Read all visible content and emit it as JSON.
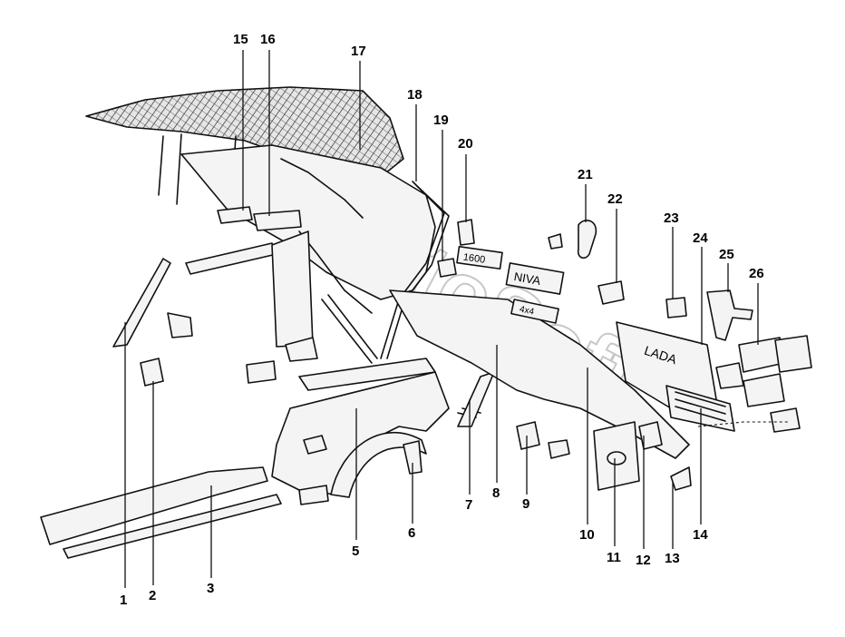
{
  "diagram": {
    "callouts": [
      {
        "id": "1",
        "label": "1"
      },
      {
        "id": "2",
        "label": "2"
      },
      {
        "id": "3",
        "label": "3"
      },
      {
        "id": "5",
        "label": "5"
      },
      {
        "id": "6",
        "label": "6"
      },
      {
        "id": "7",
        "label": "7"
      },
      {
        "id": "8",
        "label": "8"
      },
      {
        "id": "9",
        "label": "9"
      },
      {
        "id": "10",
        "label": "10"
      },
      {
        "id": "11",
        "label": "11"
      },
      {
        "id": "12",
        "label": "12"
      },
      {
        "id": "13",
        "label": "13"
      },
      {
        "id": "14",
        "label": "14"
      },
      {
        "id": "15",
        "label": "15"
      },
      {
        "id": "16",
        "label": "16"
      },
      {
        "id": "17",
        "label": "17"
      },
      {
        "id": "18",
        "label": "18"
      },
      {
        "id": "19",
        "label": "19"
      },
      {
        "id": "20",
        "label": "20"
      },
      {
        "id": "21",
        "label": "21"
      },
      {
        "id": "22",
        "label": "22"
      },
      {
        "id": "23",
        "label": "23"
      },
      {
        "id": "24",
        "label": "24"
      },
      {
        "id": "25",
        "label": "25"
      },
      {
        "id": "26",
        "label": "26"
      }
    ],
    "emblems": [
      "NIVA",
      "LADA",
      "1600",
      "4x4"
    ],
    "watermark": "AutoSoft"
  }
}
